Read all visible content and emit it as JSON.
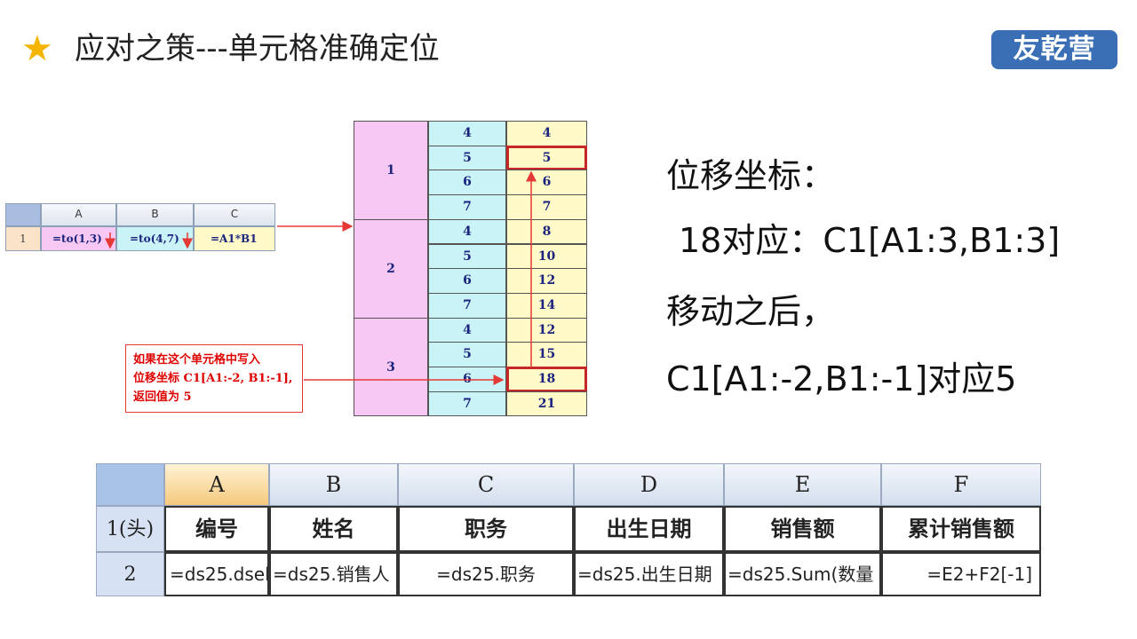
{
  "header": {
    "star": "★",
    "title": "应对之策---单元格准确定位",
    "logo": "友乾营"
  },
  "small_sheet": {
    "columns": [
      "A",
      "B",
      "C"
    ],
    "row_label": "1",
    "cells": [
      "=to(1,3)",
      "=to(4,7)",
      "=A1*B1"
    ]
  },
  "middle_table": {
    "groups": [
      "1",
      "2",
      "3"
    ],
    "col_b": [
      "4",
      "5",
      "6",
      "7",
      "4",
      "5",
      "6",
      "7",
      "4",
      "5",
      "6",
      "7"
    ],
    "col_c": [
      "4",
      "5",
      "6",
      "7",
      "8",
      "10",
      "12",
      "14",
      "12",
      "15",
      "18",
      "21"
    ]
  },
  "note": {
    "line1": "如果在这个单元格中写入",
    "line2": "位移坐标 C1[A1:-2, B1:-1],",
    "line3": "返回值为 5"
  },
  "explanation": {
    "line1": "位移坐标：",
    "line2": "18对应：C1[A1:3,B1:3]",
    "line3": "移动之后，",
    "line4": "C1[A1:-2,B1:-1]对应5"
  },
  "big_sheet": {
    "columns": [
      "A",
      "B",
      "C",
      "D",
      "E",
      "F"
    ],
    "row_labels": [
      "1(头)",
      "2"
    ],
    "headers": [
      "编号",
      "姓名",
      "职务",
      "出生日期",
      "销售额",
      "累计销售额"
    ],
    "formulas": [
      "=ds25.dsel",
      "=ds25.销售人",
      "=ds25.职务",
      "=ds25.出生日期",
      "=ds25.Sum(数量",
      "=E2+F2[-1]"
    ]
  },
  "colors": {
    "accent_red": "#e00000",
    "logo_blue": "#3a6fb6",
    "pink": "#f7c8f4",
    "cyan": "#c9f3f7",
    "yellow": "#fffac8"
  }
}
